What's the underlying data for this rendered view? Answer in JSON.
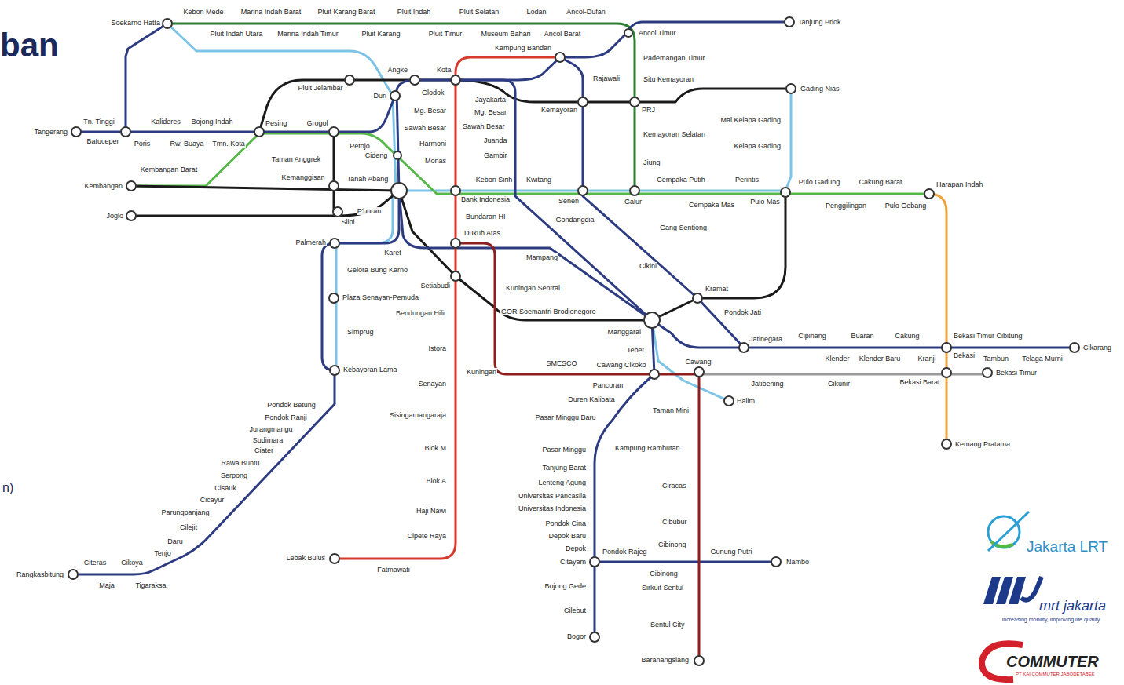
{
  "diagram": {
    "title": "ban",
    "labels": [
      "Soekarno Hatta",
      "Kebon Mede",
      "Marina Indah Barat",
      "Pluit Karang Barat",
      "Pluit Indah",
      "Pluit Selatan",
      "Lodan",
      "Ancol-Dufan",
      "Pluit Indah Utara",
      "Marina Indah Timur",
      "Pluit Karang",
      "Pluit Timur",
      "Museum Bahari",
      "Ancol Barat",
      "Ancol Timur",
      "Tanjung Priok",
      "Kampung Bandan",
      "Pademangan Timur",
      "Situ Kemayoran",
      "Rajawali",
      "Gading Nias",
      "PRJ",
      "Mal Kelapa Gading",
      "Kemayoran Selatan",
      "Kelapa Gading",
      "Jiung",
      "Angke",
      "Kota",
      "Pluit Jelambar",
      "Duri",
      "Glodok",
      "Jayakarta",
      "Mg. Besar",
      "Mg. Besar",
      "Kemayoran",
      "Sawah Besar",
      "Sawah Besar",
      "Harmoni",
      "Juanda",
      "Monas",
      "Gambir",
      "Petojo",
      "Cideng",
      "Tangerang",
      "Tn. Tinggi",
      "Batuceper",
      "Kalideres",
      "Bojong Indah",
      "Poris",
      "Rw. Buaya",
      "Tmn. Kota",
      "Pesing",
      "Grogol",
      "Kembangan Barat",
      "Taman Anggrek",
      "Kemanggisan",
      "Tanah Abang",
      "Kembangan",
      "Kebon Sirih",
      "Kwitang",
      "Cempaka Putih",
      "Perintis",
      "Pulo Gadung",
      "Cakung Barat",
      "Harapan Indah",
      "Bank Indonesia",
      "Senen",
      "Galur",
      "Cempaka Mas",
      "Pulo Mas",
      "Penggilingan",
      "Pulo Gebang",
      "Joglo",
      "P'buran",
      "Slipi",
      "Bundaran HI",
      "Gondangdia",
      "Gang Sentiong",
      "Dukuh Atas",
      "Palmerah",
      "Karet",
      "Mampang",
      "Gelora Bung Karno",
      "Cikini",
      "Setiabudi",
      "Kuningan Sentral",
      "Kramat",
      "Plaza Senayan-Pemuda",
      "GOR Soemantri Brodjonegoro",
      "Pondok Jati",
      "Bendungan Hilir",
      "Manggarai",
      "Simprug",
      "Jatinegara",
      "Cipinang",
      "Buaran",
      "Cakung",
      "Bekasi Timur Cibitung",
      "Cikarang",
      "Istora",
      "Tebet",
      "Klender",
      "Klender Baru",
      "Kranji",
      "Bekasi",
      "Tambun",
      "Telaga Murni",
      "SMESCO",
      "Cawang Cikoko",
      "Cawang",
      "Kebayoran Lama",
      "Kuningan",
      "Bekasi Timur",
      "Senayan",
      "Pancoran",
      "Jatibening",
      "Cikunir",
      "Bekasi Barat",
      "Halim",
      "Duren Kalibata",
      "Pondok Betung",
      "Taman Mini",
      "Pondok Ranji",
      "Sisingamangaraja",
      "Pasar Minggu Baru",
      "Jurangmangu",
      "Sudimara",
      "Ciater",
      "Kemang Pratama",
      "Blok M",
      "Pasar Minggu",
      "Kampung Rambutan",
      "Rawa Buntu",
      "Tanjung Barat",
      "Serpong",
      "Blok A",
      "Lenteng Agung",
      "Ciracas",
      "Cisauk",
      "Universitas Pancasila",
      "Cicayur",
      "Universitas Indonesia",
      "Haji Nawi",
      "Parungpanjang",
      "Pondok Cina",
      "Cibubur",
      "Cilejit",
      "Depok Baru",
      "Cipete Raya",
      "Daru",
      "Cibinong",
      "Depok",
      "Tenjo",
      "Pondok Rajeg",
      "Gunung Putri",
      "Lebak Bulus",
      "Citayam",
      "Nambo",
      "Citeras",
      "Cikoya",
      "Fatmawati",
      "Rangkasbitung",
      "Cibinong",
      "Maja",
      "Tigaraksa",
      "Bojong Gede",
      "Sirkuit Sentul",
      "Cilebut",
      "Sentul City",
      "Bogor",
      "Baranangsiang",
      "n)",
      "Jakarta LRT",
      "mrt jakarta",
      "increasing mobility, improving life quality",
      "COMMUTER",
      "PT KAI COMMUTER JABODETABEK"
    ]
  }
}
